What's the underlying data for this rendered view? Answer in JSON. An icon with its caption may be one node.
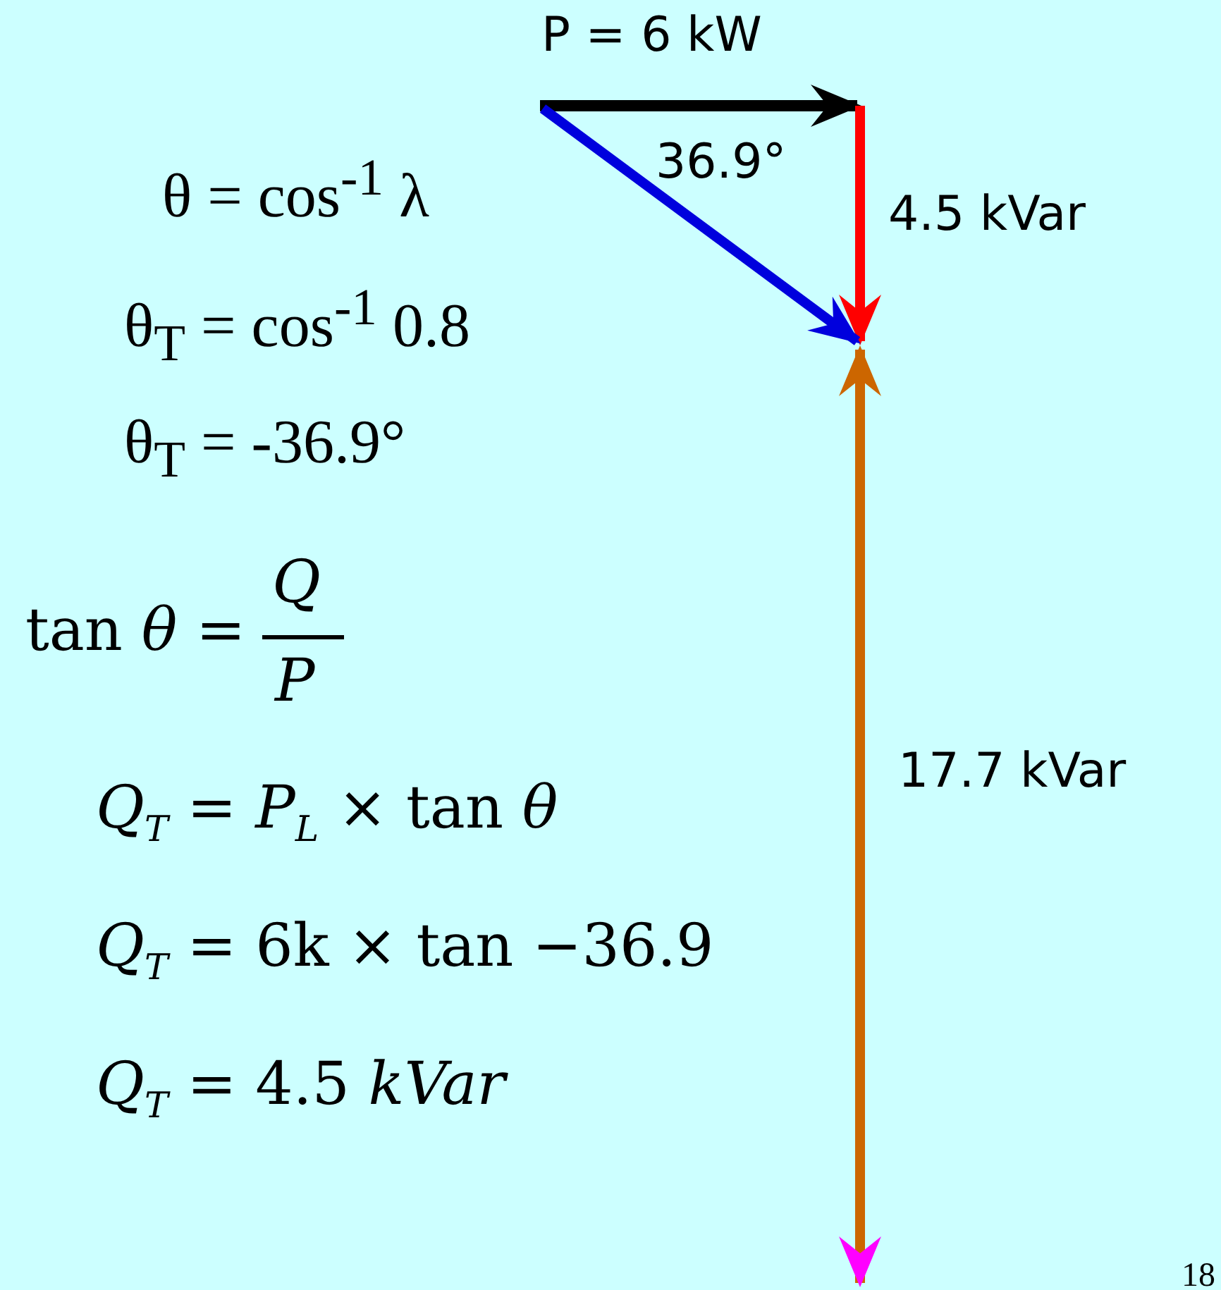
{
  "diagram": {
    "labels": [
      "P = 6 kW",
      "θ = cos$^{-1}$ λ",
      "36.9°",
      "4.5 kVar",
      "θ$_{T}$ = cos$^{-1}$ 0.8",
      "θ$_{T}$ = -36.9°",
      "*Q*",
      "tan *θ* =",
      "*P*",
      "17.7 kVar",
      "*Q*$_{T}$ = *P*$_{L}$ × tan *θ*",
      "*Q*$_{T}$ = 6k × tan −36.9",
      "*Q*$_{T}$ = 4.5 *kVar*",
      "18"
    ]
  }
}
